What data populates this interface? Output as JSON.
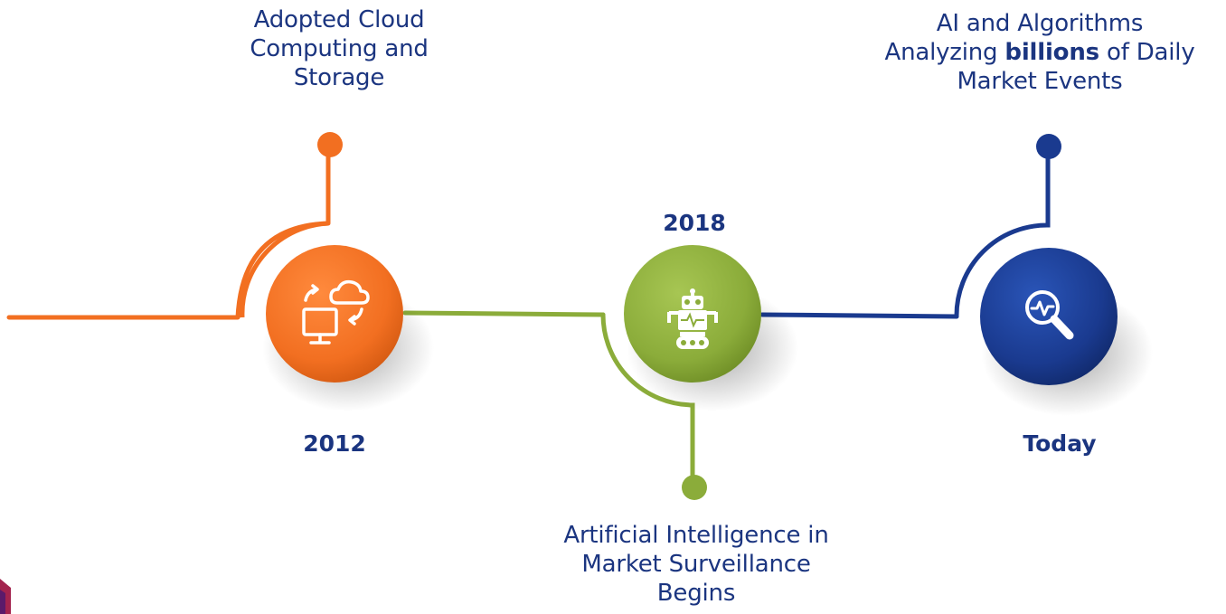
{
  "milestones": [
    {
      "year": "2012",
      "caption_lines": [
        "Adopted Cloud",
        "Computing and",
        "Storage"
      ],
      "color": "#f26f21",
      "icon": "cloud-computing-icon"
    },
    {
      "year": "2018",
      "caption_lines": [
        "Artificial Intelligence in",
        "Market Surveillance",
        "Begins"
      ],
      "color": "#8bac3a",
      "icon": "robot-icon"
    },
    {
      "year": "Today",
      "caption_lines": [
        "AI and Algorithms"
      ],
      "caption_line2": {
        "before": "Analyzing ",
        "bold": "billions",
        "after": " of Daily"
      },
      "caption_line3": "Market Events",
      "color": "#1a3a8f",
      "icon": "search-analytics-icon"
    }
  ]
}
